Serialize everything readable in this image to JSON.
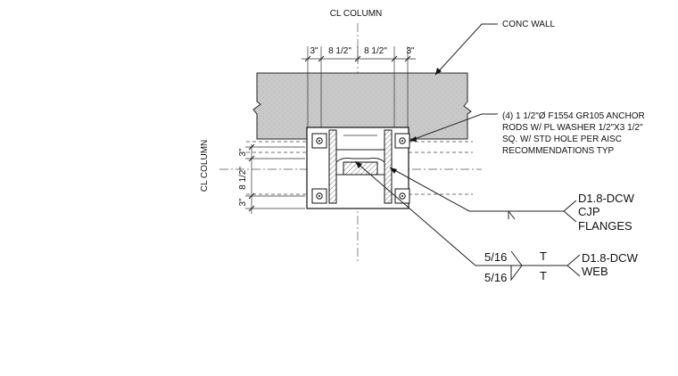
{
  "labels": {
    "cl_column_top": "CL COLUMN",
    "cl_column_side": "CL COLUMN",
    "conc_wall": "CONC WALL",
    "anchor_note": [
      "(4) 1 1/2\"Ø F1554 GR105 ANCHOR",
      "RODS W/ PL WASHER 1/2\"X3 1/2\"",
      "SQ. W/ STD HOLE PER AISC",
      "RECOMMENDATIONS TYP"
    ],
    "weld_flanges": [
      "D1.8-DCW",
      "CJP",
      "FLANGES"
    ],
    "weld_web": [
      "D1.8-DCW",
      "WEB"
    ],
    "weld_size_top": "5/16",
    "weld_size_bottom": "5/16",
    "weld_tail_top": "T",
    "weld_tail_bottom": "T"
  },
  "dims_horizontal": [
    "3\"",
    "8 1/2\"",
    "8 1/2\"",
    "3\""
  ],
  "dims_vertical": [
    "3\"",
    "8 1/2\"",
    "3\""
  ]
}
